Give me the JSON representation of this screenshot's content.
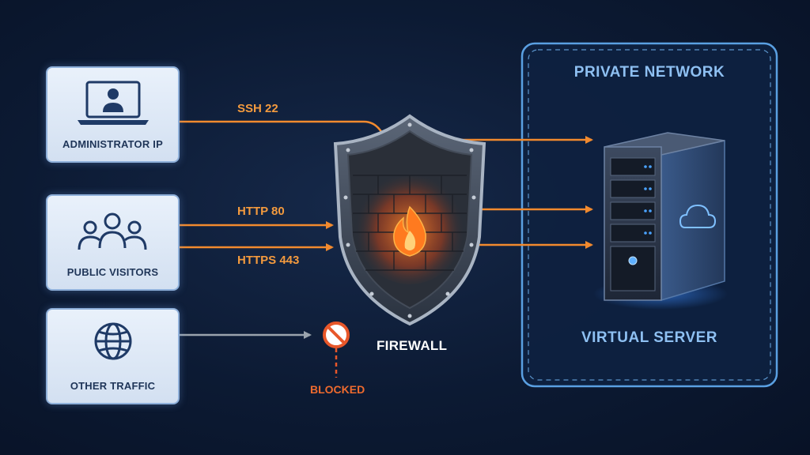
{
  "sources": [
    {
      "id": "admin",
      "label": "ADMINISTRATOR IP",
      "icon": "laptop-user-icon"
    },
    {
      "id": "public",
      "label": "PUBLIC VISITORS",
      "icon": "users-icon"
    },
    {
      "id": "other",
      "label": "OTHER TRAFFIC",
      "icon": "globe-icon"
    }
  ],
  "ports": {
    "ssh": "SSH 22",
    "http": "HTTP 80",
    "https": "HTTPS 443"
  },
  "firewall": {
    "label": "FIREWALL",
    "icon": "shield-firewall-icon"
  },
  "blocked": {
    "label": "BLOCKED",
    "icon": "blocked-icon"
  },
  "private_network": {
    "title": "PRIVATE NETWORK",
    "server_label": "VIRTUAL SERVER",
    "server_icon": "server-cloud-icon"
  },
  "colors": {
    "allowed_arrow": "#f28a2e",
    "blocked_arrow": "#9aa3ad",
    "blocked_accent": "#e8572a",
    "network_border": "#5fa8ec",
    "background": "#0c1a33"
  }
}
